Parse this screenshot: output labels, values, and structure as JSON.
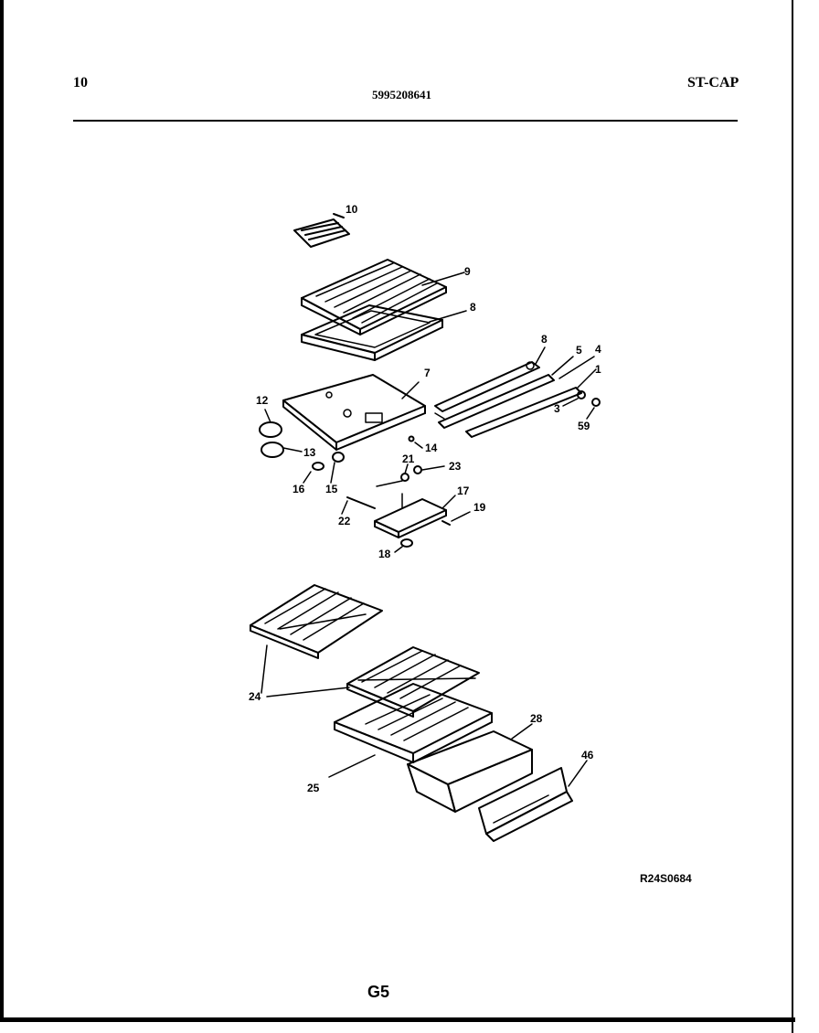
{
  "header": {
    "page_number": "10",
    "model_number": "5995208641",
    "section_code": "ST-CAP"
  },
  "callouts": [
    {
      "id": "10",
      "label": "10"
    },
    {
      "id": "9",
      "label": "9"
    },
    {
      "id": "8a",
      "label": "8"
    },
    {
      "id": "8b",
      "label": "8"
    },
    {
      "id": "7",
      "label": "7"
    },
    {
      "id": "5",
      "label": "5"
    },
    {
      "id": "4",
      "label": "4"
    },
    {
      "id": "1",
      "label": "1"
    },
    {
      "id": "3",
      "label": "3"
    },
    {
      "id": "59",
      "label": "59"
    },
    {
      "id": "12",
      "label": "12"
    },
    {
      "id": "13",
      "label": "13"
    },
    {
      "id": "14",
      "label": "14"
    },
    {
      "id": "21",
      "label": "21"
    },
    {
      "id": "23",
      "label": "23"
    },
    {
      "id": "16",
      "label": "16"
    },
    {
      "id": "15",
      "label": "15"
    },
    {
      "id": "17",
      "label": "17"
    },
    {
      "id": "22",
      "label": "22"
    },
    {
      "id": "19",
      "label": "19"
    },
    {
      "id": "18",
      "label": "18"
    },
    {
      "id": "24",
      "label": "24"
    },
    {
      "id": "28",
      "label": "28"
    },
    {
      "id": "46",
      "label": "46"
    },
    {
      "id": "25",
      "label": "25"
    }
  ],
  "footer": {
    "diagram_id": "R24S0684",
    "page_code": "G5"
  }
}
